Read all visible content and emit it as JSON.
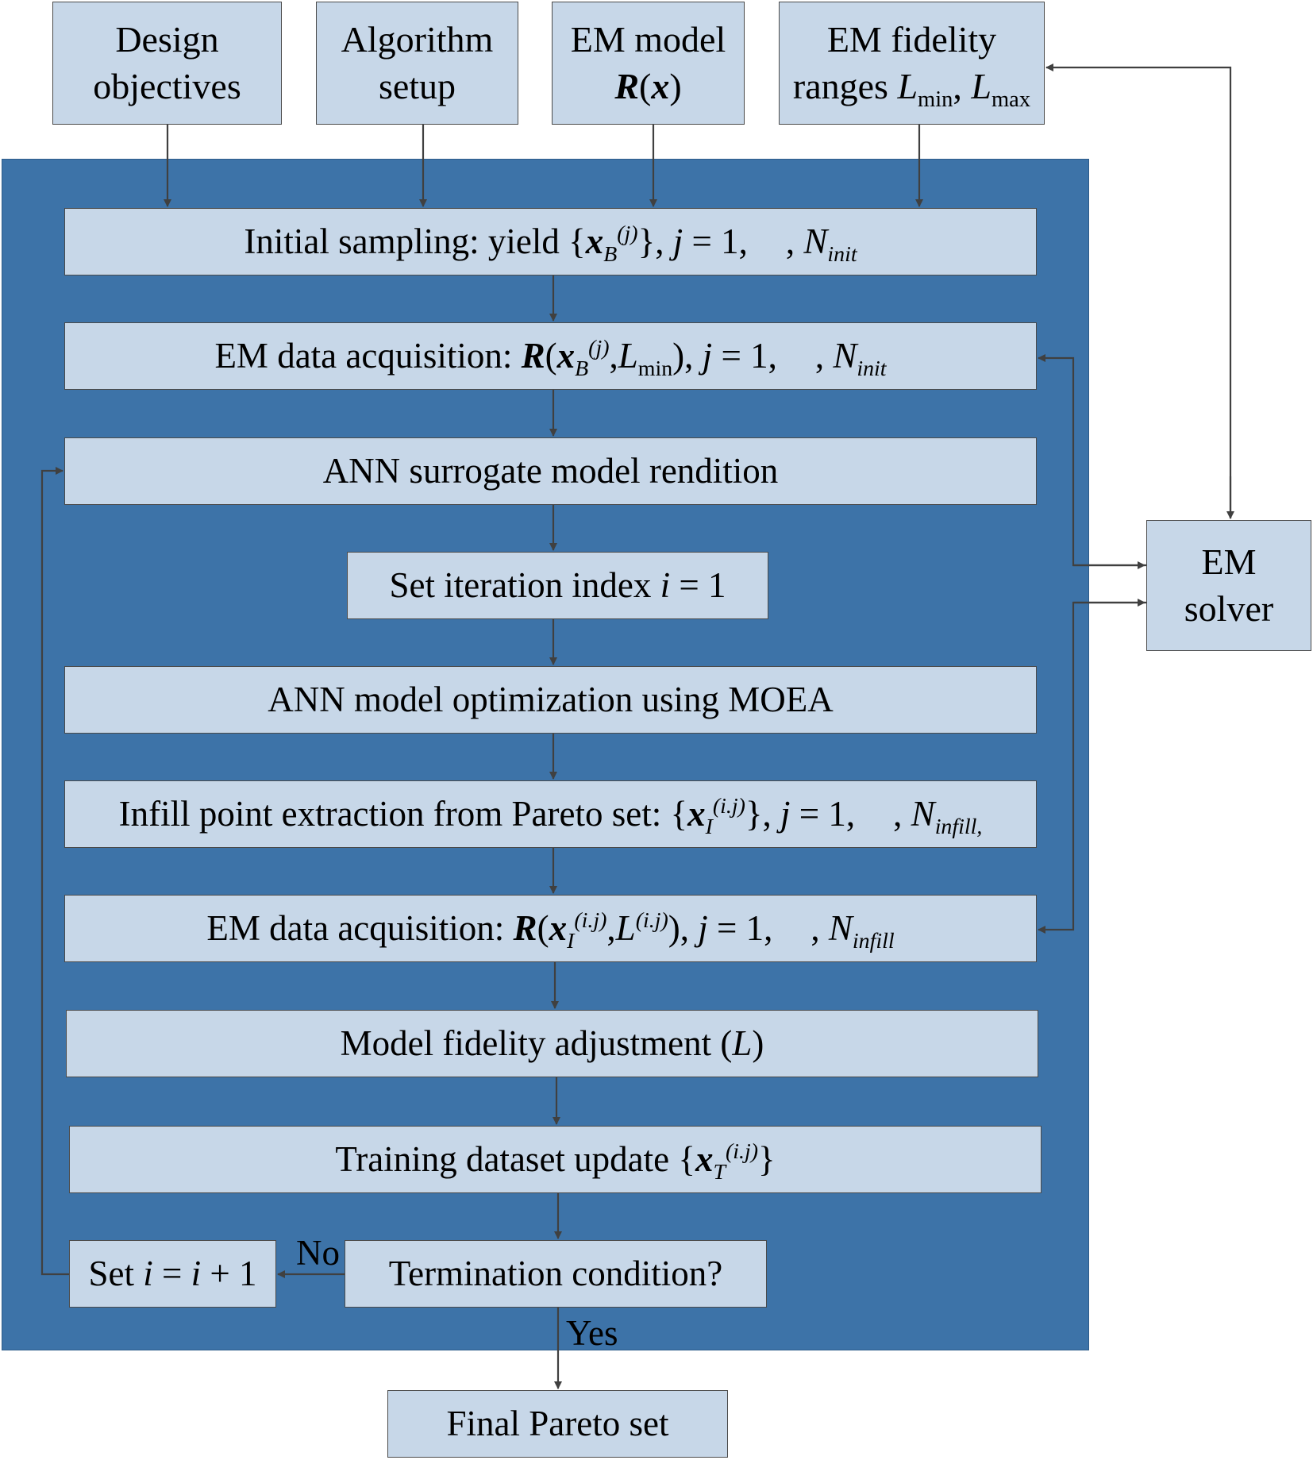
{
  "inputs": {
    "design_objectives": [
      "Design",
      "objectives"
    ],
    "algorithm_setup": [
      "Algorithm",
      "setup"
    ],
    "em_model": {
      "line1": "EM model",
      "symbol_R": "R",
      "symbol_x": "x"
    },
    "em_fidelity": {
      "line1": "EM fidelity",
      "prefix": "ranges ",
      "L": "L",
      "min": "min",
      "max": "max"
    }
  },
  "steps": {
    "initial_sampling": {
      "text": "Initial sampling: yield {",
      "x": "x",
      "B": "B",
      "j_sup": "(j)",
      "tail": "}, ",
      "j": "j",
      "eq": " = 1,",
      "ellipsis_sep": ", ",
      "N": "N",
      "init": "init"
    },
    "em_data_init": {
      "text": "EM data acquisition: ",
      "R": "R",
      "x": "x",
      "B": "B",
      "j_sup": "(j)",
      "L": "L",
      "min": "min",
      "j": "j",
      "eq": " = 1,",
      "N": "N",
      "init": "init"
    },
    "ann_rendition": "ANN surrogate model rendition",
    "set_iteration": {
      "text": "Set iteration index ",
      "i": "i",
      "eq": " = 1"
    },
    "ann_optimization": "ANN model optimization using MOEA",
    "infill_extraction": {
      "text": "Infill point extraction from Pareto set: {",
      "x": "x",
      "I": "I",
      "ij_sup": "(i.j)",
      "j": "j",
      "eq": " = 1,",
      "N": "N",
      "infill": "infill,"
    },
    "em_data_infill": {
      "text": "EM data acquisition: ",
      "R": "R",
      "x": "x",
      "I": "I",
      "ij_sup": "(i.j)",
      "L": "L",
      "ij_sup2": "(i.j)",
      "j": "j",
      "eq": " = 1,",
      "N": "N",
      "infill": "infill"
    },
    "fidelity_adjustment": {
      "text": "Model fidelity adjustment (",
      "L": "L",
      "close": ")"
    },
    "training_update": {
      "text": "Training dataset update {",
      "x": "x",
      "T": "T",
      "ij_sup": "(i.j)",
      "close": "}"
    },
    "termination": "Termination condition?",
    "set_i_increment": {
      "text": "Set ",
      "i": "i",
      "eq": " = ",
      "i2": "i",
      "plus": " + 1"
    },
    "final_pareto": "Final Pareto set"
  },
  "solver": [
    "EM",
    "solver"
  ],
  "branch_labels": {
    "no": "No",
    "yes": "Yes"
  },
  "colors": {
    "container": "#3d73a8",
    "box_fill": "#c7d7e8",
    "box_border": "#4a4a4a",
    "arrow": "#404040"
  }
}
